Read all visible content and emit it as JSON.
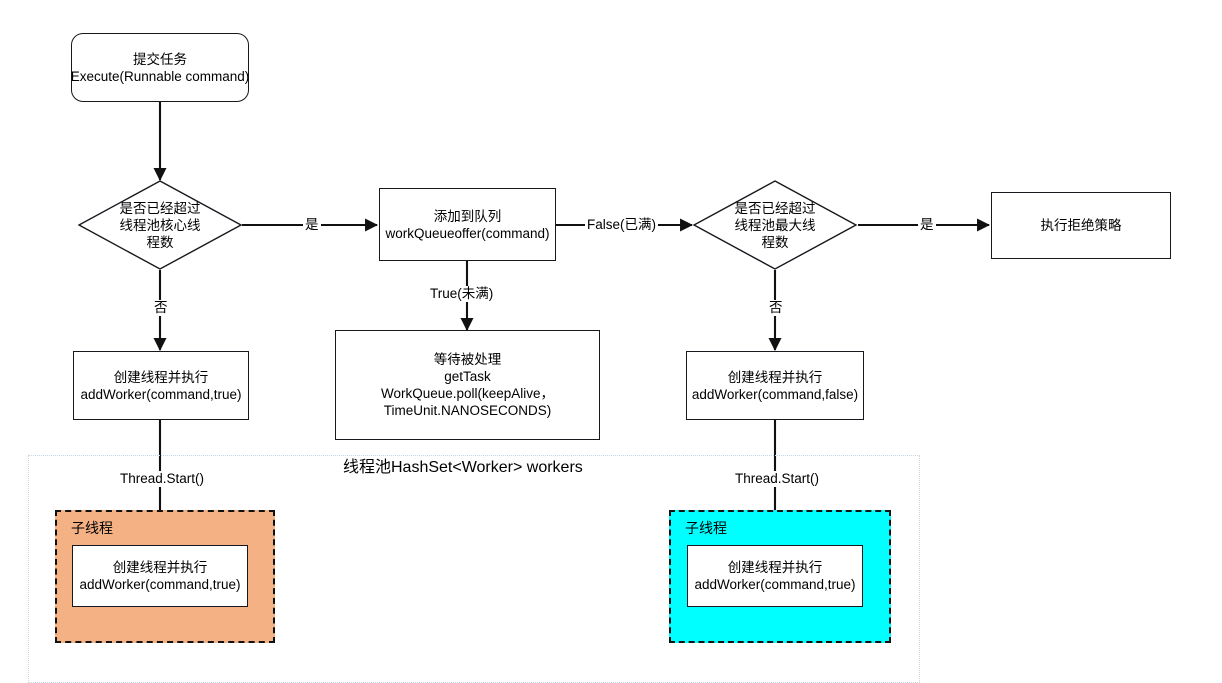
{
  "diagram": {
    "title": "Java ThreadPoolExecutor execute() flowchart",
    "colors": {
      "node_border": "#16181d",
      "node_fill": "#ffffff",
      "edge": "#111111",
      "pool_border": "#c9d6e5",
      "group_border": "#111111",
      "orange_group_fill": "#f4b183",
      "cyan_group_fill": "#00ffff"
    }
  },
  "nodes": {
    "submit_task": {
      "lines": [
        "提交任务",
        "Execute(Runnable command)"
      ],
      "shape": "rounded-rectangle"
    },
    "check_core": {
      "lines": [
        "是否已经超过",
        "线程池核心线",
        "程数"
      ],
      "shape": "diamond"
    },
    "add_queue": {
      "lines": [
        "添加到队列",
        "workQueueoffer(command)"
      ],
      "shape": "rectangle"
    },
    "check_max": {
      "lines": [
        "是否已经超过",
        "线程池最大线",
        "程数"
      ],
      "shape": "diamond"
    },
    "reject_policy": {
      "lines": [
        "执行拒绝策略"
      ],
      "shape": "rectangle"
    },
    "create_core_worker": {
      "lines": [
        "创建线程并执行",
        "addWorker(command,true)"
      ],
      "shape": "rectangle"
    },
    "wait_processed": {
      "lines": [
        "等待被处理",
        "getTask",
        "WorkQueue.poll(keepAlive，",
        "TimeUnit.NANOSECONDS)"
      ],
      "shape": "rectangle"
    },
    "create_max_worker": {
      "lines": [
        "创建线程并执行",
        "addWorker(command,false)"
      ],
      "shape": "rectangle"
    },
    "worker_left": {
      "lines": [
        "创建线程并执行",
        "addWorker(command,true)"
      ],
      "shape": "rectangle"
    },
    "worker_right": {
      "lines": [
        "创建线程并执行",
        "addWorker(command,true)"
      ],
      "shape": "rectangle"
    }
  },
  "edge_labels": {
    "core_yes": "是",
    "core_no": "否",
    "queue_false": "False(已满)",
    "queue_true": "True(未满)",
    "max_yes": "是",
    "max_no": "否",
    "thread_start_left": "Thread.Start()",
    "thread_start_right": "Thread.Start()"
  },
  "pool": {
    "title": "线程池HashSet<Worker> workers"
  },
  "groups": {
    "left_thread": {
      "label": "子线程",
      "fill": "#f4b183"
    },
    "right_thread": {
      "label": "子线程",
      "fill": "#00ffff"
    }
  }
}
